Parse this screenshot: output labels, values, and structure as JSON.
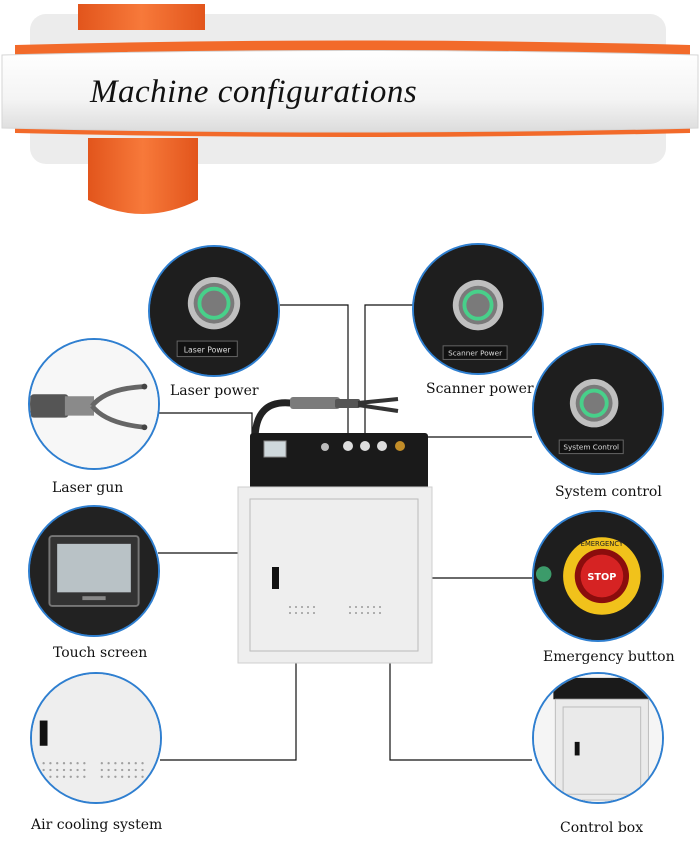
{
  "banner": {
    "title": "Machine configurations"
  },
  "colors": {
    "accent_orange": "#f26a2a",
    "border_blue": "#2f7fd0",
    "panel_dark": "#1f1f1f",
    "cabinet": "#eeeeee"
  },
  "callouts": {
    "laser_power": {
      "caption": "Laser power",
      "panel_label": "Laser Power"
    },
    "scanner_power": {
      "caption": "Scanner power",
      "panel_label": "Scanner Power"
    },
    "system_control": {
      "caption": "System control",
      "panel_label": "System Control"
    },
    "laser_gun": {
      "caption": "Laser gun"
    },
    "touch_screen": {
      "caption": "Touch screen"
    },
    "emergency": {
      "caption": "Emergency button",
      "panel_label": "STOP",
      "ring_text": "EMERGENCY"
    },
    "air_cooling": {
      "caption": "Air cooling system"
    },
    "control_box": {
      "caption": "Control box"
    }
  }
}
